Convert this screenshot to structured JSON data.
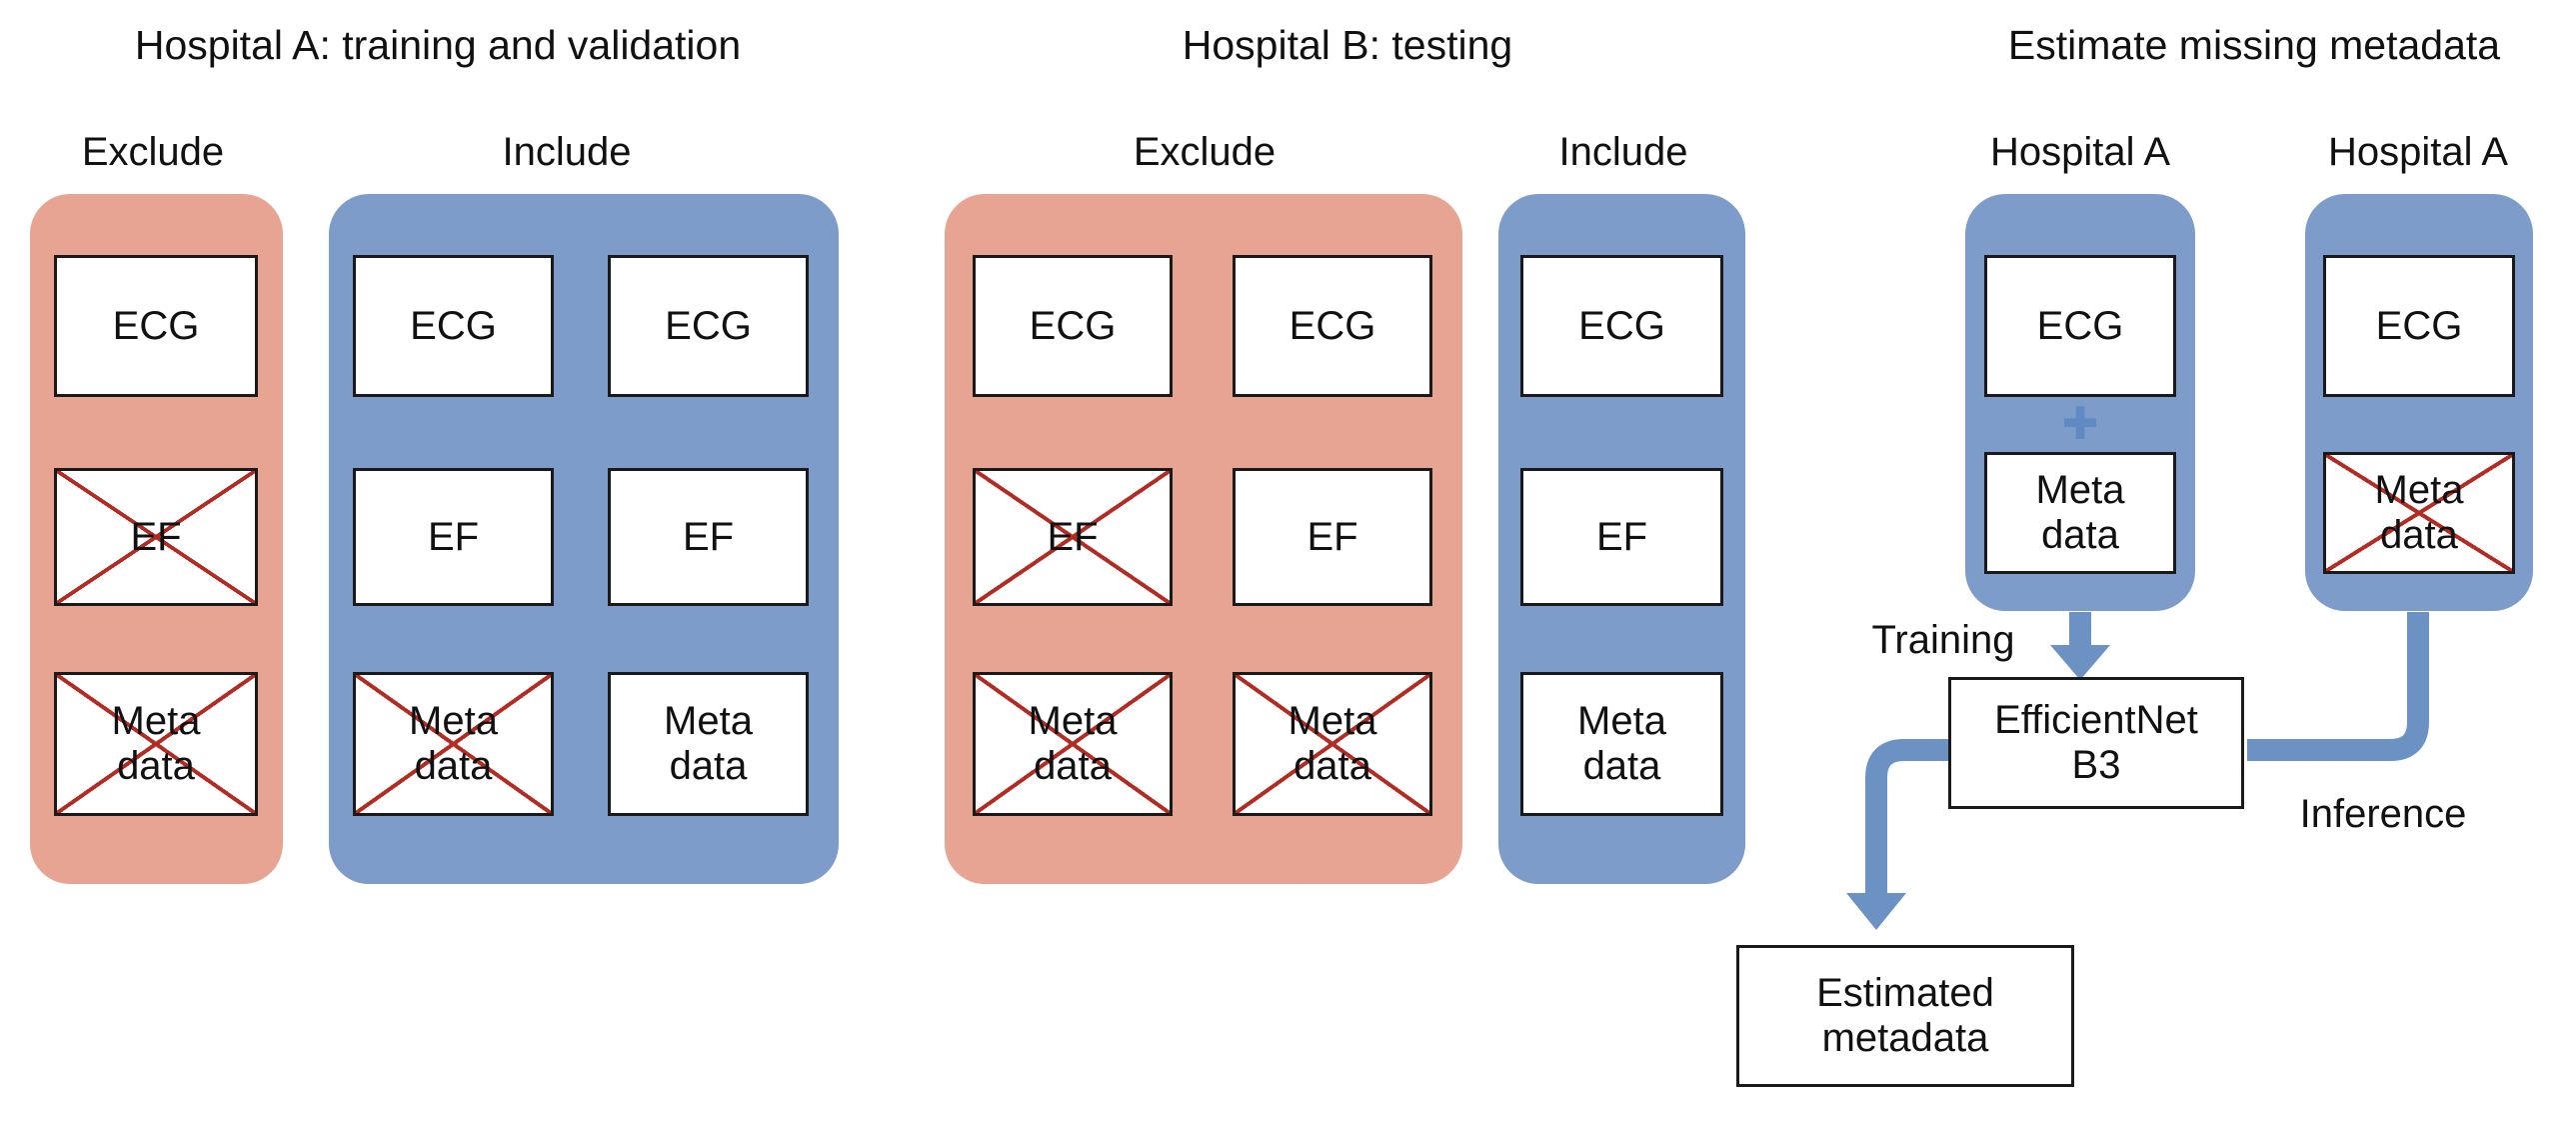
{
  "colors": {
    "exclude_fill": "#E8A492",
    "include_fill": "#7E9CCA",
    "cross": "#B32B22",
    "arrow": "#6C92C4"
  },
  "sectionA": {
    "title": "Hospital A: training and validation",
    "exclude": {
      "label": "Exclude",
      "boxes": [
        "ECG",
        "EF",
        "Meta\ndata"
      ],
      "crossed": [
        false,
        true,
        true
      ]
    },
    "include": {
      "label": "Include",
      "col1": [
        "ECG",
        "EF",
        "Meta\ndata"
      ],
      "col1_crossed": [
        false,
        false,
        true
      ],
      "col2": [
        "ECG",
        "EF",
        "Meta\ndata"
      ],
      "col2_crossed": [
        false,
        false,
        false
      ]
    }
  },
  "sectionB": {
    "title": "Hospital B: testing",
    "exclude": {
      "label": "Exclude",
      "col1": [
        "ECG",
        "EF",
        "Meta\ndata"
      ],
      "col1_crossed": [
        false,
        true,
        true
      ],
      "col2": [
        "ECG",
        "EF",
        "Meta\ndata"
      ],
      "col2_crossed": [
        false,
        false,
        true
      ]
    },
    "include": {
      "label": "Include",
      "boxes": [
        "ECG",
        "EF",
        "Meta\ndata"
      ],
      "crossed": [
        false,
        false,
        false
      ]
    }
  },
  "sectionC": {
    "title": "Estimate missing metadata",
    "panel1": {
      "label": "Hospital A",
      "plus": "+",
      "boxes": [
        "ECG",
        "Meta\ndata"
      ],
      "crossed": [
        false,
        false
      ]
    },
    "panel2": {
      "label": "Hospital A",
      "boxes": [
        "ECG",
        "Meta\ndata"
      ],
      "crossed": [
        false,
        true
      ]
    },
    "training_label": "Training",
    "inference_label": "Inference",
    "model_box": "EfficientNet\nB3",
    "output_box": "Estimated\nmetadata"
  }
}
